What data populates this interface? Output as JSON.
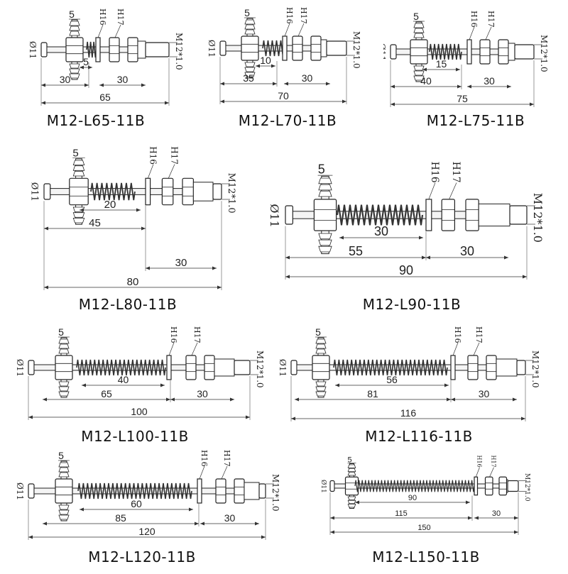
{
  "labels": {
    "bore": "Ø11",
    "thread": "M12*1.0",
    "hex16": "H16",
    "hex17": "H17"
  },
  "models": [
    {
      "name": "M12-L65-11B",
      "hose": "5",
      "spring": "5",
      "body": "30",
      "tail": "30",
      "total": "65"
    },
    {
      "name": "M12-L70-11B",
      "hose": "5",
      "spring": "10",
      "body": "35",
      "tail": "30",
      "total": "70"
    },
    {
      "name": "M12-L75-11B",
      "hose": "5",
      "spring": "15",
      "body": "40",
      "tail": "30",
      "total": "75"
    },
    {
      "name": "M12-L80-11B",
      "hose": "5",
      "spring": "20",
      "body": "45",
      "tail": "30",
      "total": "80"
    },
    {
      "name": "M12-L90-11B",
      "hose": "5",
      "spring": "30",
      "body": "55",
      "tail": "30",
      "total": "90"
    },
    {
      "name": "M12-L100-11B",
      "hose": "5",
      "spring": "40",
      "body": "65",
      "tail": "30",
      "total": "100"
    },
    {
      "name": "M12-L116-11B",
      "hose": "5",
      "spring": "56",
      "body": "81",
      "tail": "30",
      "total": "116"
    },
    {
      "name": "M12-L120-11B",
      "hose": "5",
      "spring": "60",
      "body": "85",
      "tail": "30",
      "total": "120"
    },
    {
      "name": "M12-L150-11B",
      "hose": "5",
      "spring": "90",
      "body": "115",
      "tail": "30",
      "total": "150"
    }
  ]
}
